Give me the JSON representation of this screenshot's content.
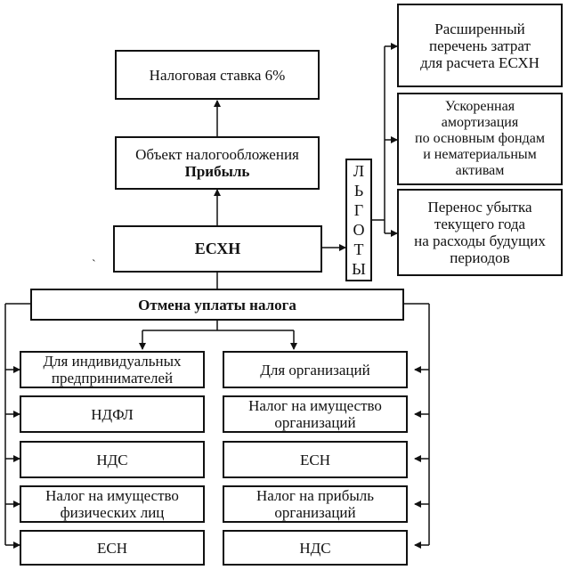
{
  "nodes": {
    "tax_rate": "Налоговая ставка 6%",
    "object_line1": "Объект налогообложения",
    "object_line2": "Прибыль",
    "esxn": "ЕСХН",
    "lgoty_letters": [
      "Л",
      "Ь",
      "Г",
      "О",
      "Т",
      "Ы"
    ],
    "benefit_1": "Расширенный\nперечень затрат\nдля расчета ЕСХН",
    "benefit_2": "Ускоренная\nамортизация\nпо основным фондам\nи нематериальным\nактивам",
    "benefit_3": "Перенос убытка\nтекущего года\nна расходы будущих\nпериодов",
    "cancel": "Отмена уплаты налога",
    "left_header": "Для индивидуальных\nпредпринимателей",
    "right_header": "Для организаций",
    "left_items": [
      "НДФЛ",
      "НДС",
      "Налог на имущество\nфизических лиц",
      "ЕСН"
    ],
    "right_items": [
      "Налог на имущество\nорганизаций",
      "ЕСН",
      "Налог на прибыль\nорганизаций",
      "НДС"
    ]
  }
}
